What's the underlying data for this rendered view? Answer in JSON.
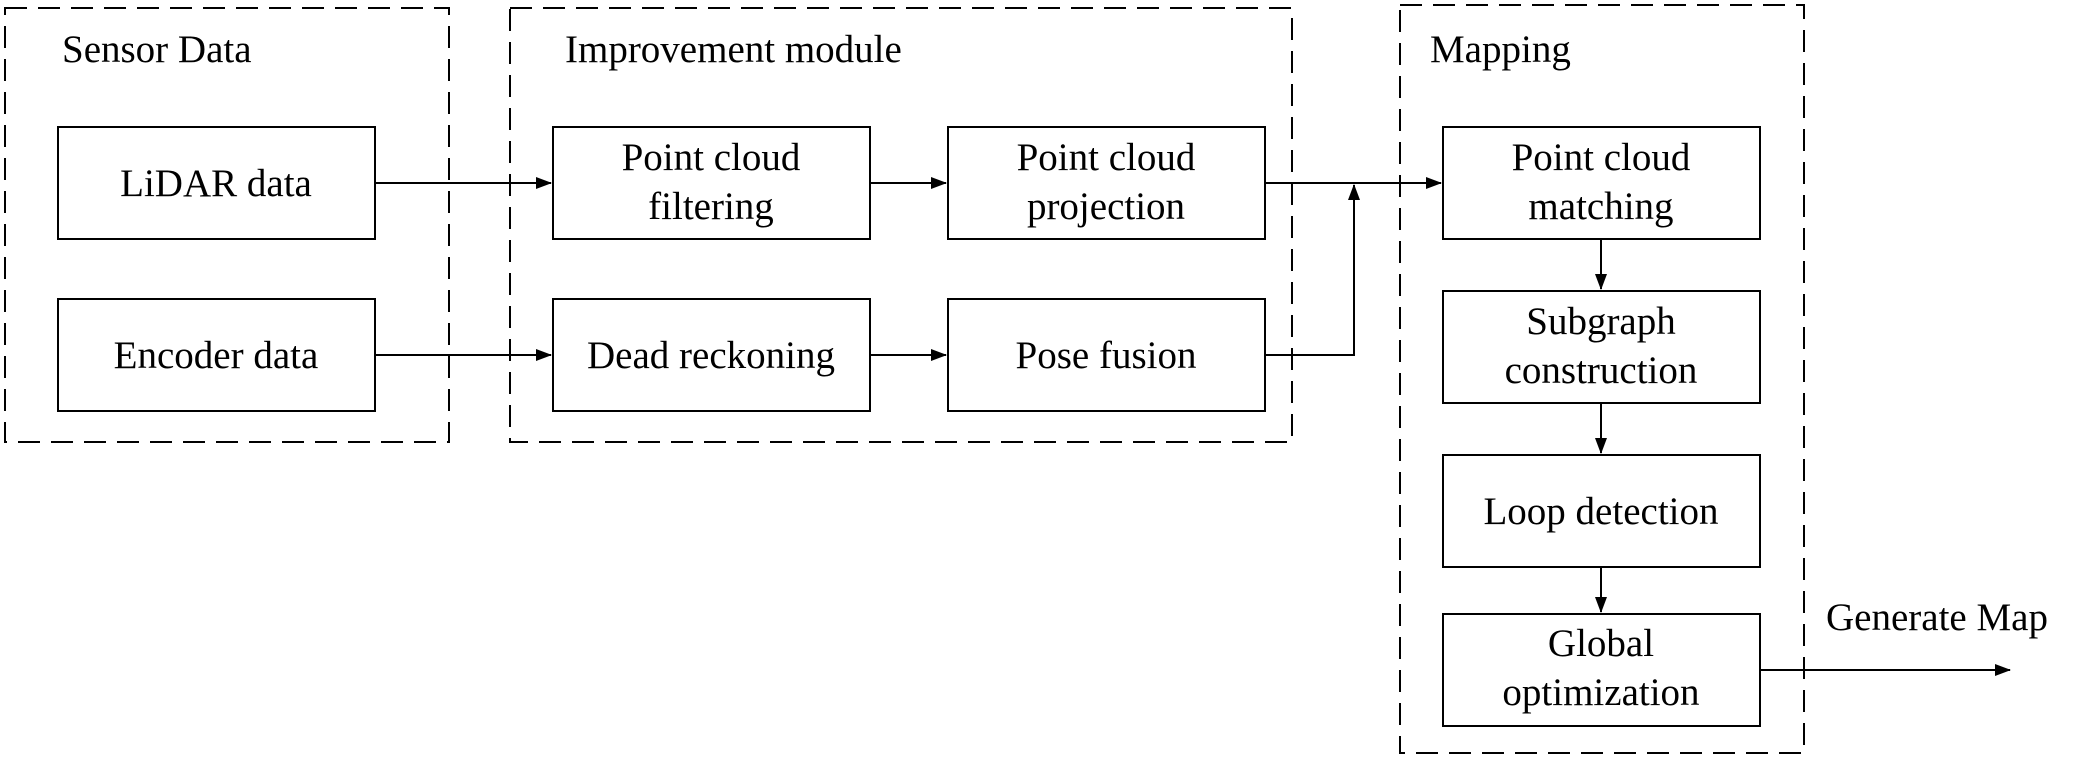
{
  "groups": {
    "sensor": "Sensor Data",
    "improvement": "Improvement module",
    "mapping": "Mapping"
  },
  "nodes": {
    "lidar": [
      "LiDAR data"
    ],
    "encoder": [
      "Encoder data"
    ],
    "filtering": [
      "Point cloud",
      "filtering"
    ],
    "projection": [
      "Point cloud",
      "projection"
    ],
    "dead_reckoning": [
      "Dead reckoning"
    ],
    "pose_fusion": [
      "Pose fusion"
    ],
    "matching": [
      "Point cloud",
      "matching"
    ],
    "subgraph": [
      "Subgraph",
      "construction"
    ],
    "loop": [
      "Loop detection"
    ],
    "global_opt": [
      "Global",
      "optimization"
    ]
  },
  "edges": {
    "output_label": "Generate Map"
  }
}
